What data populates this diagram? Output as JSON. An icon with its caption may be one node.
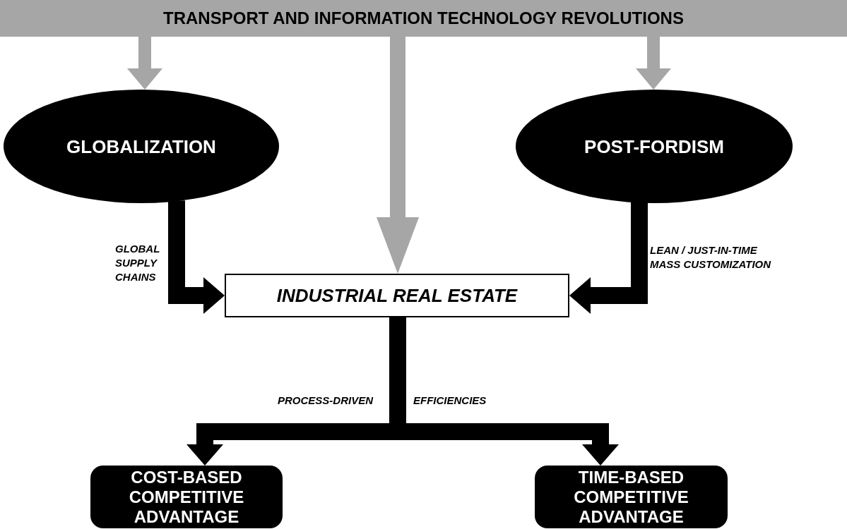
{
  "diagram": {
    "nodes": [
      {
        "text": [
          "TRANSPORT AND INFORMATION TECHNOLOGY REVOLUTIONS"
        ]
      },
      {
        "text": [
          "GLOBALIZATION"
        ]
      },
      {
        "text": [
          "POST-FORDISM"
        ]
      },
      {
        "text": [
          "INDUSTRIAL REAL ESTATE"
        ]
      },
      {
        "text": [
          "COST-BASED COMPETITIVE ADVANTAGE"
        ]
      },
      {
        "text": [
          "TIME-BASED COMPETITIVE ADVANTAGE"
        ]
      }
    ],
    "edges": [
      {
        "from": 0,
        "to": 1,
        "arrow": "to",
        "color": "#a6a6a6"
      },
      {
        "from": 0,
        "to": 3,
        "arrow": "to",
        "color": "#a6a6a6"
      },
      {
        "from": 0,
        "to": 2,
        "arrow": "to",
        "color": "#a6a6a6"
      },
      {
        "from": 1,
        "to": 3,
        "arrow": "to",
        "label": "GLOBAL SUPPLY CHAINS"
      },
      {
        "from": 2,
        "to": 3,
        "arrow": "to",
        "label": "LEAN / JUST-IN-TIME MASS CUSTOMIZATION"
      },
      {
        "from": 3,
        "to": 4,
        "arrow": "to",
        "label": "PROCESS-DRIVEN"
      },
      {
        "from": 3,
        "to": 5,
        "arrow": "to",
        "label": "EFFICIENCIES"
      }
    ]
  }
}
